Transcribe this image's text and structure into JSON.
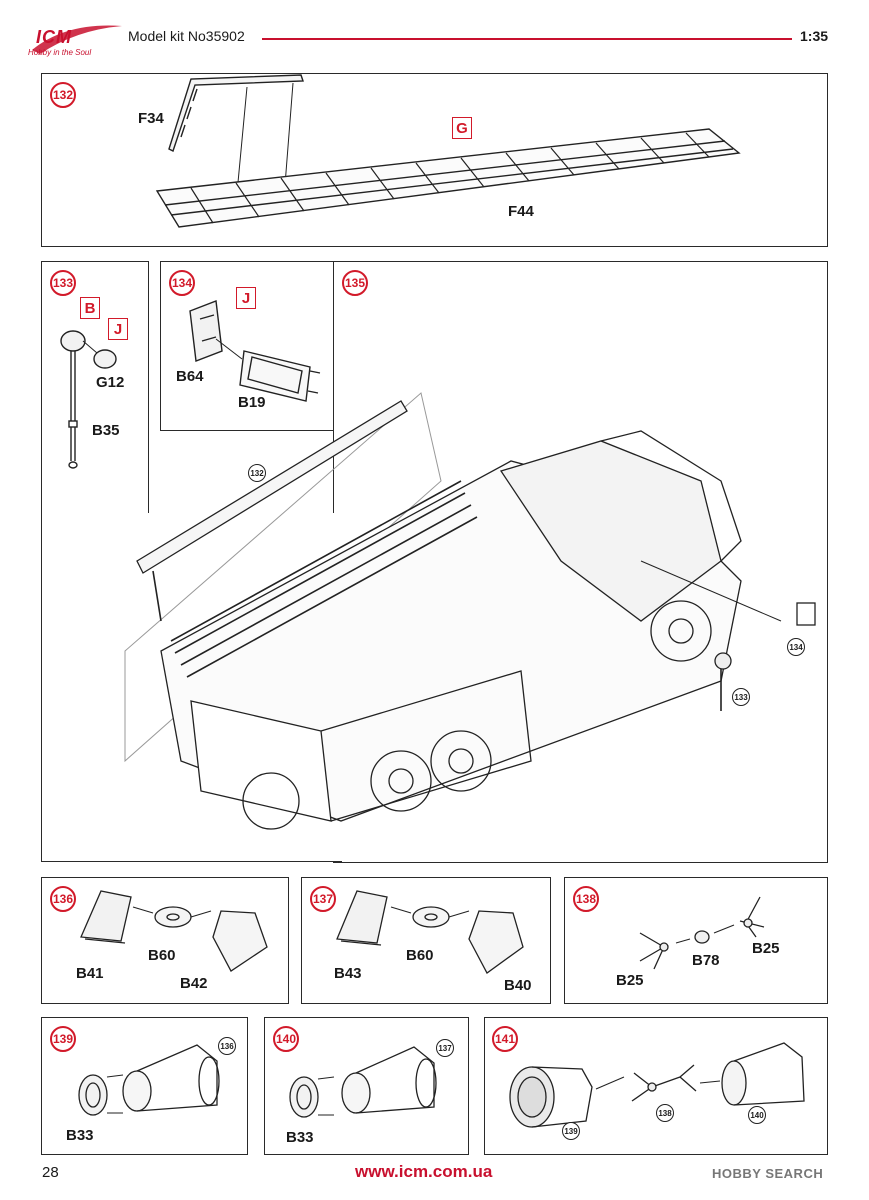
{
  "header": {
    "title": "Model kit No35902",
    "scale": "1:35",
    "logo": "ICM",
    "logo_tagline": "Hobby in the Soul"
  },
  "footer": {
    "page_number": "28",
    "url": "www.icm.com.ua",
    "watermark": "HOBBY SEARCH"
  },
  "steps": {
    "s132": {
      "number": "132",
      "parts": {
        "f34": "F34",
        "f44": "F44"
      },
      "sprue": "G"
    },
    "s133": {
      "number": "133",
      "parts": {
        "g12": "G12",
        "b35": "B35"
      },
      "sprues": {
        "b": "B",
        "j": "J"
      }
    },
    "s134": {
      "number": "134",
      "parts": {
        "b64": "B64",
        "b19": "B19"
      },
      "sprue": "J"
    },
    "s135": {
      "number": "135",
      "refs": {
        "r132": "132",
        "r133": "133",
        "r134": "134"
      }
    },
    "s136": {
      "number": "136",
      "parts": {
        "b41": "B41",
        "b60": "B60",
        "b42": "B42"
      }
    },
    "s137": {
      "number": "137",
      "parts": {
        "b43": "B43",
        "b60": "B60",
        "b40": "B40"
      }
    },
    "s138": {
      "number": "138",
      "parts": {
        "b25a": "B25",
        "b78": "B78",
        "b25b": "B25"
      }
    },
    "s139": {
      "number": "139",
      "parts": {
        "b33": "B33"
      },
      "ref": "136"
    },
    "s140": {
      "number": "140",
      "parts": {
        "b33": "B33"
      },
      "ref": "137"
    },
    "s141": {
      "number": "141",
      "refs": {
        "r139": "139",
        "r138": "138",
        "r140": "140"
      }
    }
  },
  "colors": {
    "accent": "#d21a2a",
    "border": "#2a2a2a"
  }
}
